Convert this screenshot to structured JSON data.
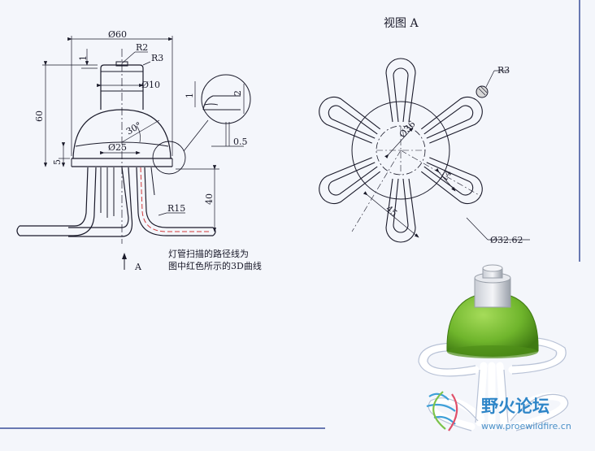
{
  "drawing": {
    "title": "视图 A",
    "note_line1": "灯管扫描的路径线为",
    "note_line2": "图中红色所示的3D曲线",
    "arrow_label": "A",
    "dims": {
      "d60": "Ø60",
      "r2": "R2",
      "r3_top": "R3",
      "d10": "Ø10",
      "one_a": "1",
      "sixty": "60",
      "angle30": "30°",
      "d25": "Ø25",
      "five": "5",
      "forty": "40",
      "r15": "R15",
      "one_b": "1",
      "two": "2",
      "half": "0.5",
      "r3_right": "R3",
      "d36": "Ø36",
      "fourteen": "14",
      "fortyfive": "45",
      "d3262": "Ø32.62"
    }
  },
  "watermark": {
    "name": "野火论坛",
    "url": "www.proewildfire.cn"
  },
  "colors": {
    "line": "#1a1a2a",
    "path_red": "#d23a3a",
    "dome_green": "#6fb52c",
    "tube_white": "#f2f4fa",
    "frame_blue": "#3a4f9a"
  }
}
